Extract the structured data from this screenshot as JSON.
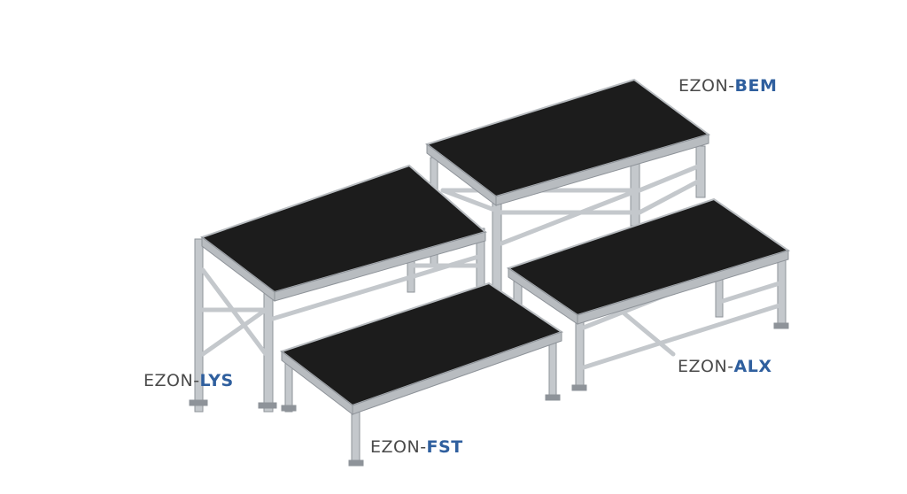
{
  "colors": {
    "label_prefix": "#4a4a4a",
    "label_suffix": "#2f5f9e",
    "deck_top": "#1c1c1c",
    "deck_edge": "#b8bcc0",
    "frame": "#c4c8cc",
    "frame_shade": "#8e9399"
  },
  "labels": {
    "bem": {
      "prefix": "EZON-",
      "suffix": "BEM"
    },
    "lys": {
      "prefix": "EZON-",
      "suffix": "LYS"
    },
    "alx": {
      "prefix": "EZON-",
      "suffix": "ALX"
    },
    "fst": {
      "prefix": "EZON-",
      "suffix": "FST"
    }
  }
}
